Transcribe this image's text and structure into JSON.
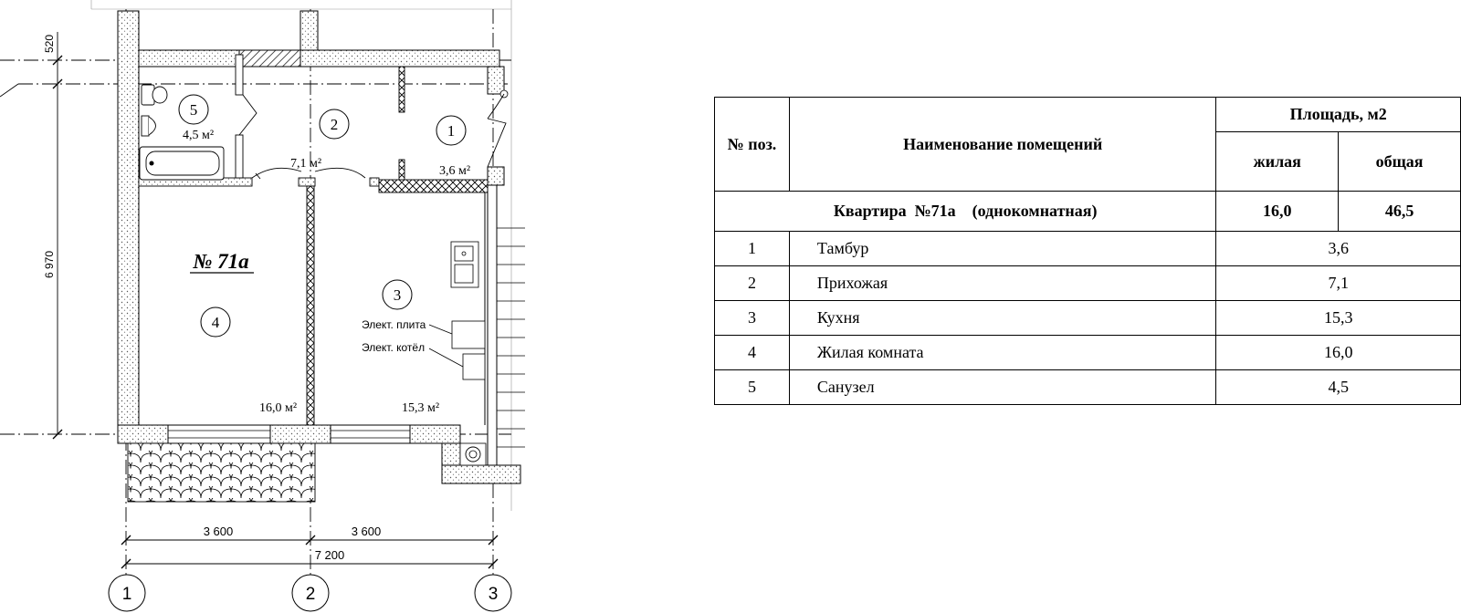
{
  "plan": {
    "dimensions": {
      "top_offset": "520",
      "height": "6 970",
      "span_1_2": "3 600",
      "span_2_3": "3 600",
      "total_width": "7 200"
    },
    "axes": [
      "1",
      "2",
      "3"
    ],
    "apartment_label": "№ 71а",
    "rooms": [
      {
        "num": "1",
        "area": "3,6 м²"
      },
      {
        "num": "2",
        "area": "7,1 м²"
      },
      {
        "num": "3",
        "area": "15,3 м²"
      },
      {
        "num": "4",
        "area": "16,0 м²"
      },
      {
        "num": "5",
        "area": "4,5 м²"
      }
    ],
    "equipment": {
      "stove": "Элект. плита",
      "boiler": "Элект. котёл"
    }
  },
  "table": {
    "header": {
      "pos": "№ поз.",
      "name": "Наименование помещений",
      "area": "Площадь, м2",
      "living": "жилая",
      "total": "общая"
    },
    "apartment": {
      "title": "Квартира  №71а    (однокомнатная)",
      "living": "16,0",
      "total": "46,5"
    },
    "rows": [
      {
        "num": "1",
        "name": "Тамбур",
        "area": "3,6"
      },
      {
        "num": "2",
        "name": "Прихожая",
        "area": "7,1"
      },
      {
        "num": "3",
        "name": "Кухня",
        "area": "15,3"
      },
      {
        "num": "4",
        "name": "Жилая комната",
        "area": "16,0"
      },
      {
        "num": "5",
        "name": "Санузел",
        "area": "4,5"
      }
    ]
  }
}
